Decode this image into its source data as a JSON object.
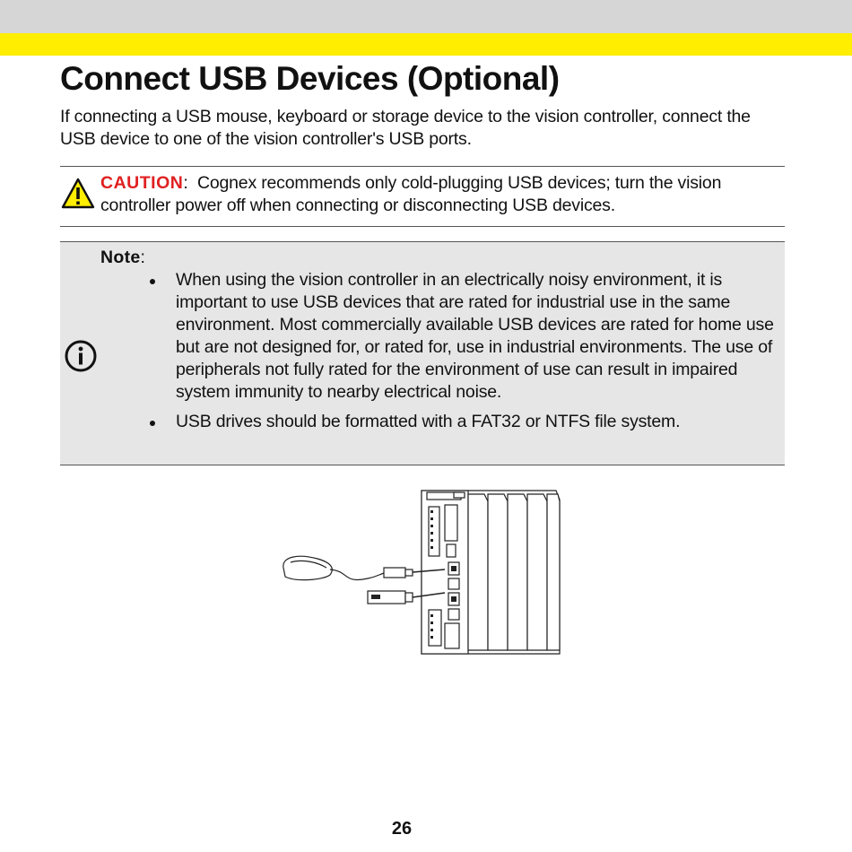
{
  "page": {
    "title": "Connect USB Devices (Optional)",
    "intro": "If connecting a USB mouse, keyboard or storage device to the vision controller, connect the USB device to one of the vision controller's USB ports.",
    "caution": {
      "label": "CAUTION",
      "separator": ":",
      "text": "Cognex recommends only cold-plugging USB devices; turn the vision controller power off when connecting or disconnecting USB devices.",
      "icon": "warning-triangle-icon",
      "label_color": "#e02020"
    },
    "note": {
      "label": "Note",
      "separator": ":",
      "icon": "info-circle-icon",
      "items": [
        "When using the vision controller in an electrically noisy environment, it is important to use USB devices that are rated for industrial use in the same environment. Most commercially available USB devices are rated for home use but are not designed for, or rated for, use in industrial environments. The use of peripherals not fully rated for the environment of use can result in impaired system immunity to nearby electrical noise.",
        "USB drives should be formatted with a FAT32 or NTFS file system."
      ]
    },
    "page_number": "26",
    "colors": {
      "header_band": "#ffee00",
      "header_top": "#d6d6d6",
      "note_background": "#e6e6e6"
    }
  }
}
